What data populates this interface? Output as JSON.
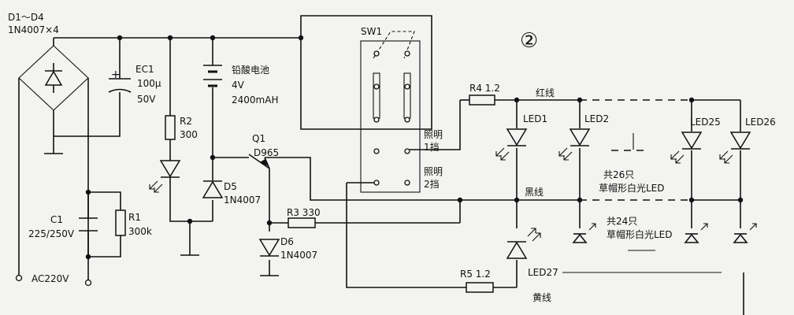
{
  "figure_number": "②",
  "labels": {
    "bridge": "D1～D4",
    "bridge_part": "1N4007×4",
    "ec1": "EC1",
    "ec1_value": "100μ",
    "ec1_voltage": "50V",
    "battery": "铅酸电池",
    "battery_voltage": "4V",
    "battery_capacity": "2400mAH",
    "r2": "R2",
    "r2_value": "300",
    "q1": "Q1",
    "q1_part": "D965",
    "d5": "D5",
    "d5_part": "1N4007",
    "d6": "D6",
    "d6_part": "1N4007",
    "r3": "R3  330",
    "c1": "C1",
    "c1_value": "225/250V",
    "r1": "R1",
    "r1_value": "300k",
    "ac": "AC220V",
    "sw1": "SW1",
    "light1_a": "照明",
    "light1_b": "1挡",
    "light2_a": "照明",
    "light2_b": "2挡",
    "r4": "R4  1.2",
    "red_wire": "红线",
    "black_wire": "黑线",
    "yellow_wire": "黄线",
    "r5": "R5  1.2",
    "led1": "LED1",
    "led2": "LED2",
    "led25": "LED25",
    "led26": "LED26",
    "led27": "LED27",
    "group26_a": "共26只",
    "group26_b": "草帽形白光LED",
    "group24_a": "共24只",
    "group24_b": "草帽形白光LED"
  }
}
